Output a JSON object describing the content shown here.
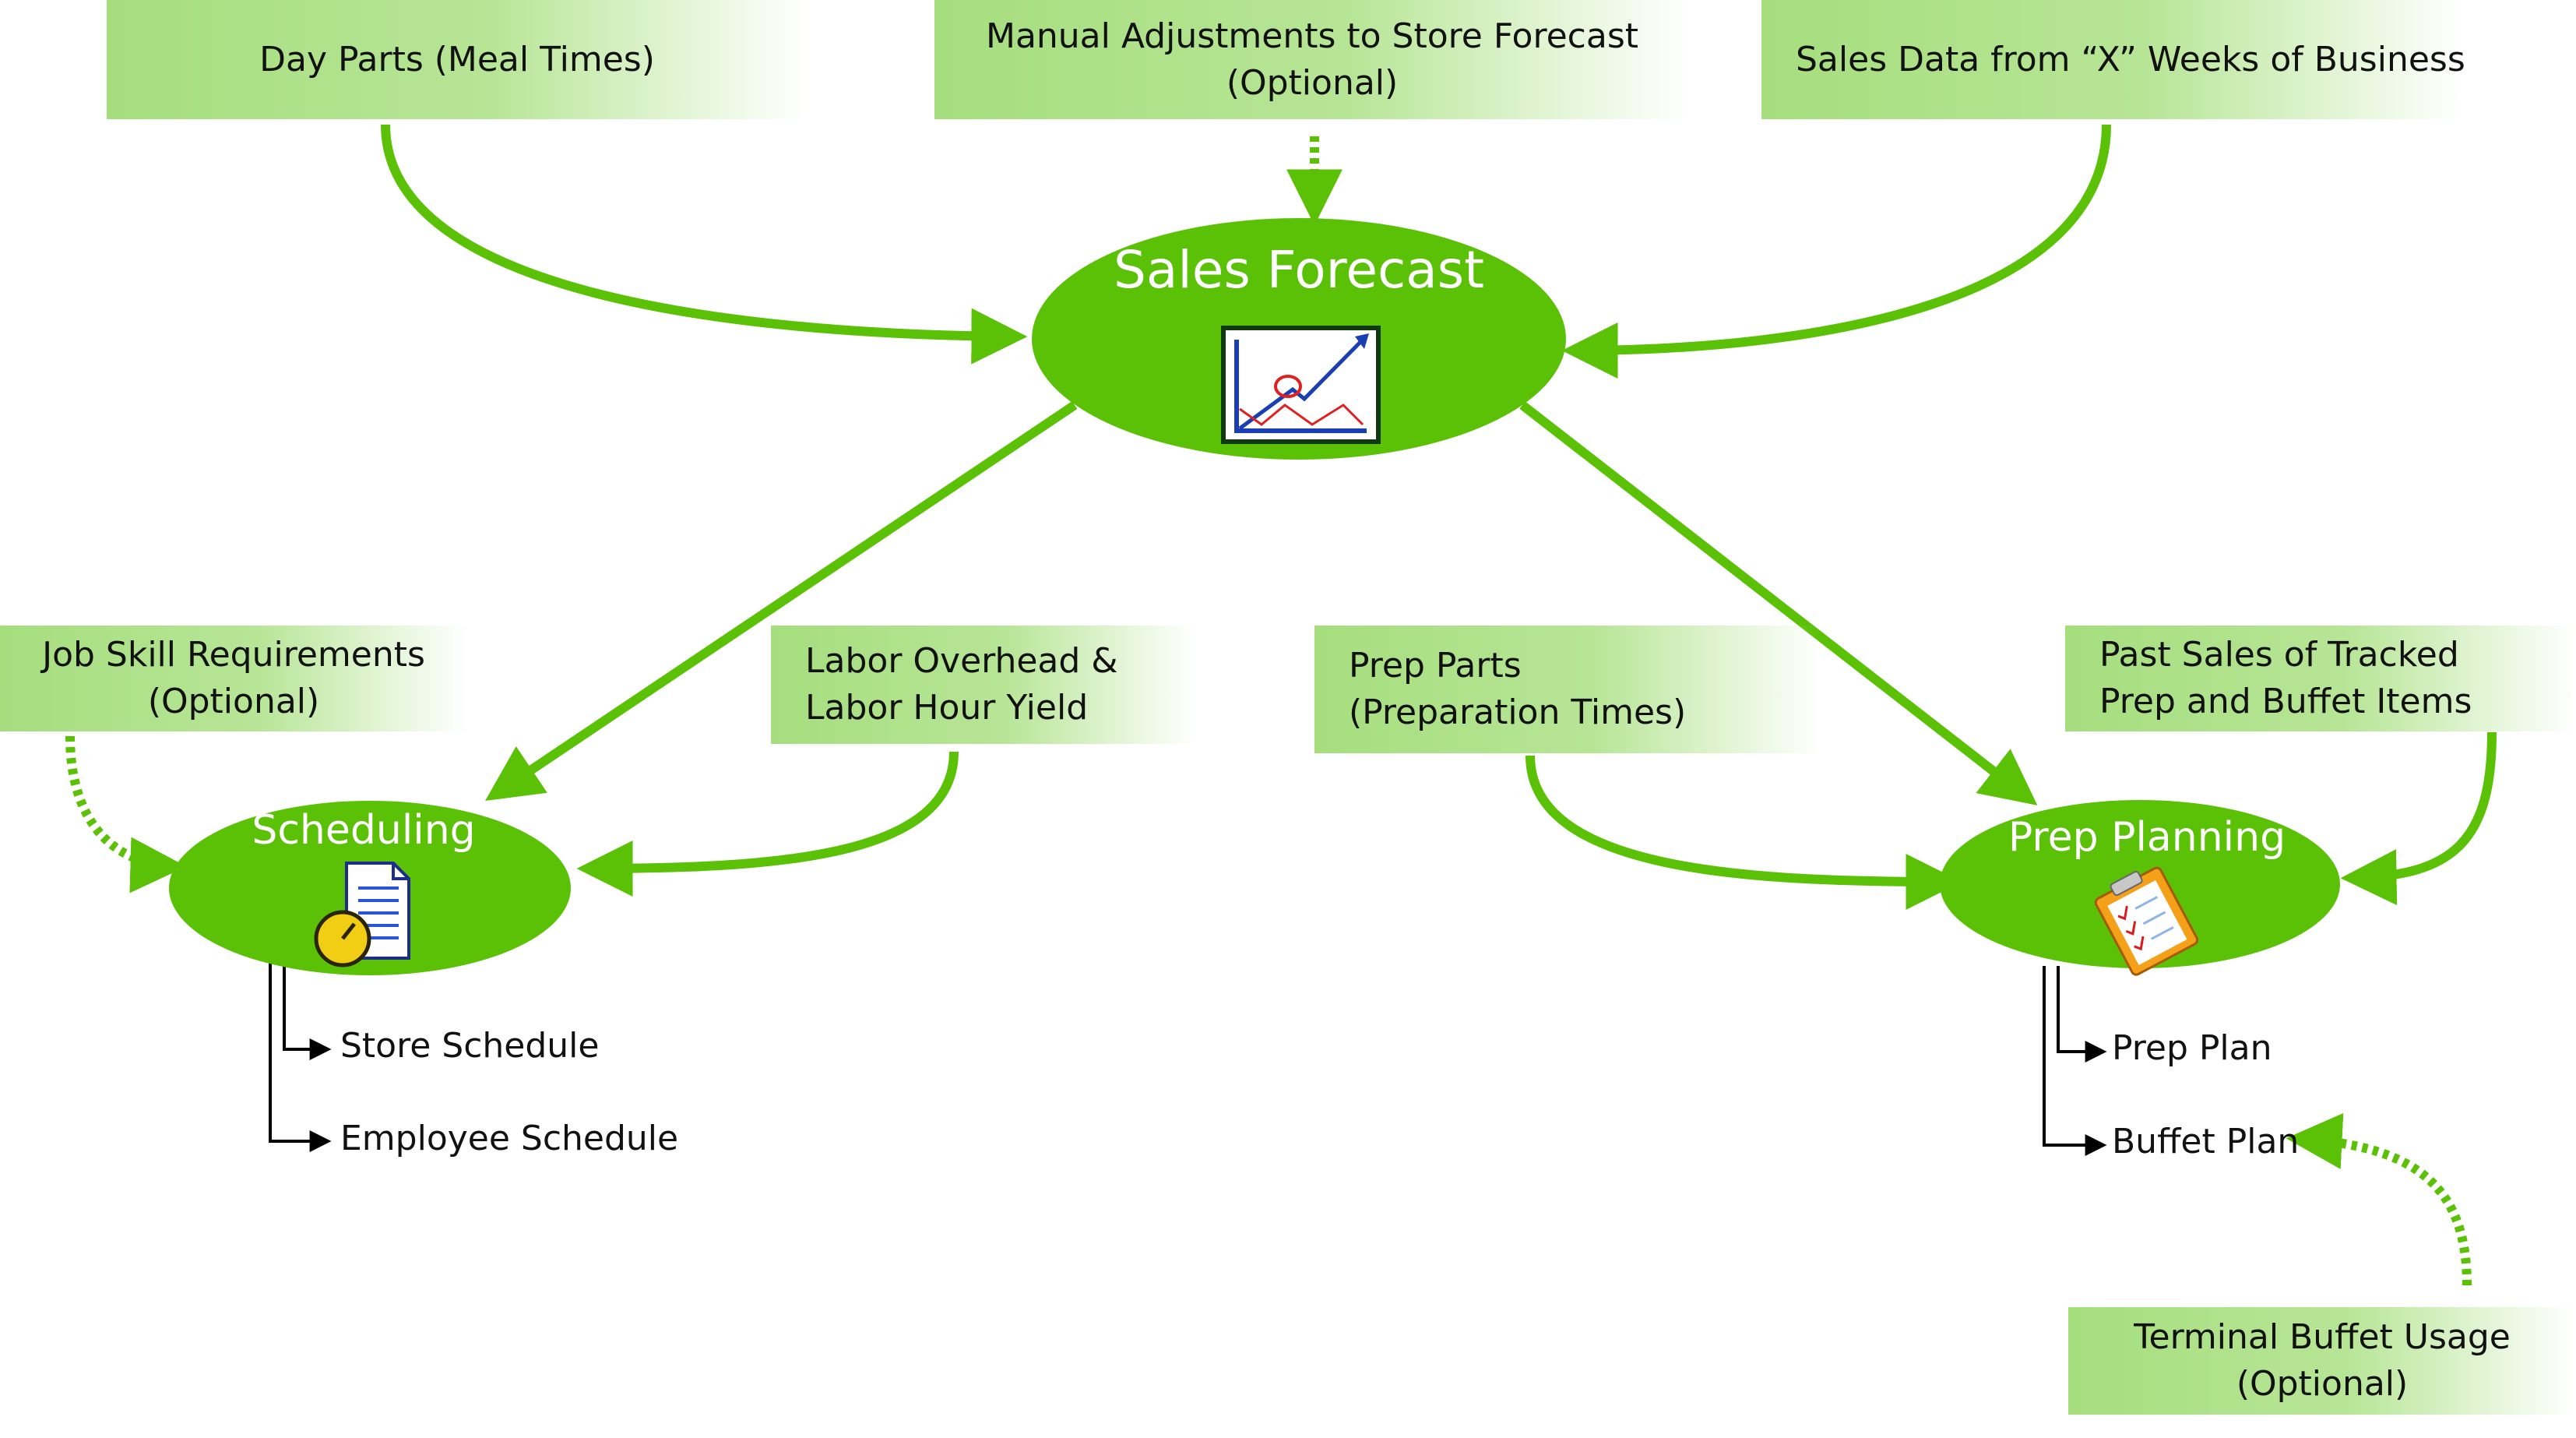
{
  "nodes": {
    "sales_forecast": {
      "title": "Sales Forecast",
      "icon": "trend-chart-icon"
    },
    "scheduling": {
      "title": "Scheduling",
      "icon": "schedule-clock-icon"
    },
    "prep_planning": {
      "title": "Prep Planning",
      "icon": "clipboard-checklist-icon"
    }
  },
  "inputs": {
    "day_parts": {
      "line1": "Day Parts (Meal Times)"
    },
    "manual_adjustments": {
      "line1": "Manual Adjustments to Store Forecast",
      "line2": "(Optional)"
    },
    "sales_data": {
      "line1": "Sales Data from “X” Weeks of Business"
    },
    "job_skill": {
      "line1": "Job Skill Requirements",
      "line2": "(Optional)"
    },
    "labor_overhead": {
      "line1": "Labor Overhead &",
      "line2": "Labor Hour Yield"
    },
    "prep_parts": {
      "line1": "Prep Parts",
      "line2": "(Preparation Times)"
    },
    "past_sales": {
      "line1": "Past Sales of Tracked",
      "line2": "Prep and Buffet Items"
    },
    "terminal_buffet": {
      "line1": "Terminal Buffet Usage",
      "line2": "(Optional)"
    }
  },
  "outputs": {
    "store_schedule": "Store Schedule",
    "employee_schedule": "Employee Schedule",
    "prep_plan": "Prep Plan",
    "buffet_plan": "Buffet Plan"
  },
  "colors": {
    "node_fill": "#5ac106",
    "arrow": "#5ac106",
    "box_fill": "#a6de7e",
    "connector": "#000000"
  }
}
